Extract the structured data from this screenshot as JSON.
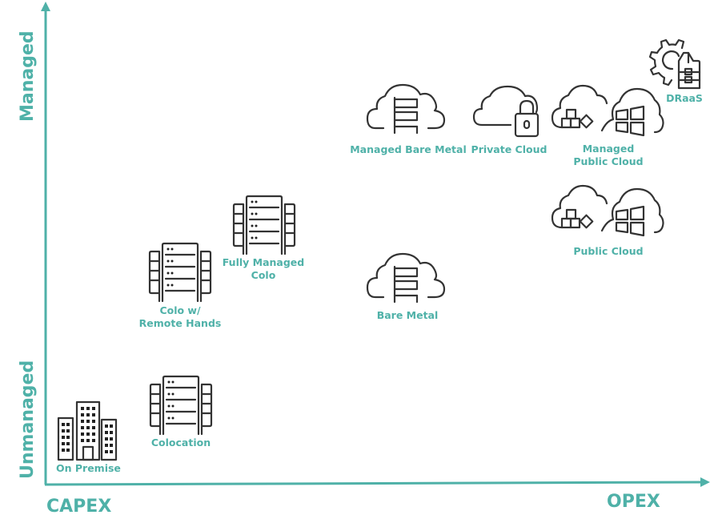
{
  "diagram": {
    "axis_color": "#4fb1a8",
    "icon_color": "#333333",
    "axes": {
      "y_top_label": "Managed",
      "y_bottom_label": "Unmanaged",
      "x_left_label": "CAPEX",
      "x_right_label": "OPEX"
    },
    "nodes": [
      {
        "id": "on-premise",
        "label": "On Premise",
        "icon": "office-building-icon"
      },
      {
        "id": "colocation",
        "label": "Colocation",
        "icon": "server-rack-icon"
      },
      {
        "id": "colo-remote-hands",
        "label_lines": [
          "Colo w/",
          "Remote Hands"
        ],
        "icon": "server-rack-icon"
      },
      {
        "id": "fully-managed-colo",
        "label_lines": [
          "Fully Managed",
          "Colo"
        ],
        "icon": "server-rack-icon"
      },
      {
        "id": "bare-metal",
        "label": "Bare Metal",
        "icon": "cloud-server-icon"
      },
      {
        "id": "managed-bare-metal",
        "label": "Managed Bare Metal",
        "icon": "cloud-server-icon"
      },
      {
        "id": "private-cloud",
        "label": "Private Cloud",
        "icon": "cloud-lock-icon"
      },
      {
        "id": "managed-public-cloud",
        "label_lines": [
          "Managed",
          "Public Cloud"
        ],
        "icon": "cloud-apps-windows-icon"
      },
      {
        "id": "public-cloud",
        "label": "Public Cloud",
        "icon": "cloud-apps-windows-icon"
      },
      {
        "id": "draas",
        "label": "DRaaS",
        "icon": "gear-lifevest-icon"
      }
    ]
  }
}
